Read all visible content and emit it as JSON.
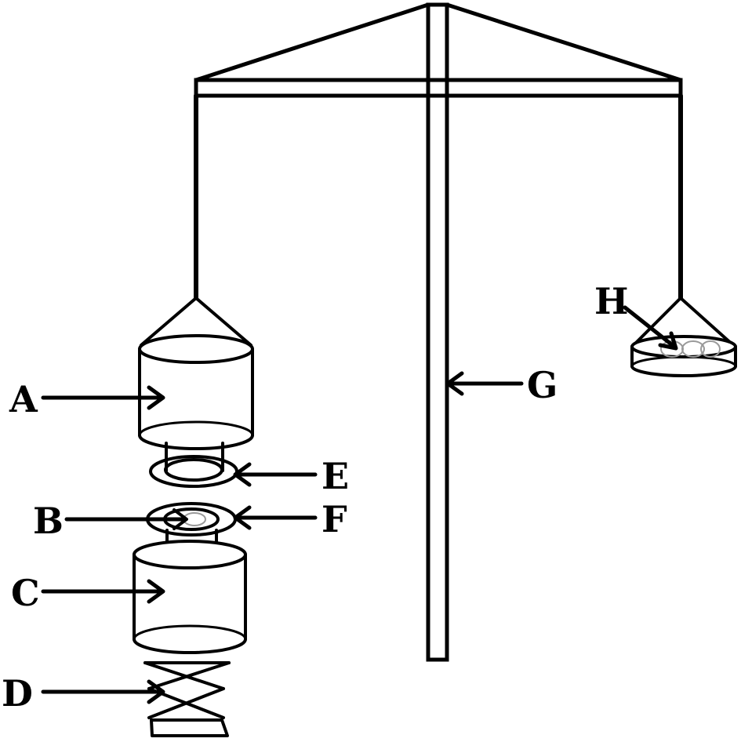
{
  "labels": {
    "a": "A",
    "b": "B",
    "c": "C",
    "d": "D",
    "e": "E",
    "f": "F",
    "g": "G",
    "h": "H"
  },
  "colors": {
    "ink": "#000000",
    "background": "#ffffff"
  }
}
